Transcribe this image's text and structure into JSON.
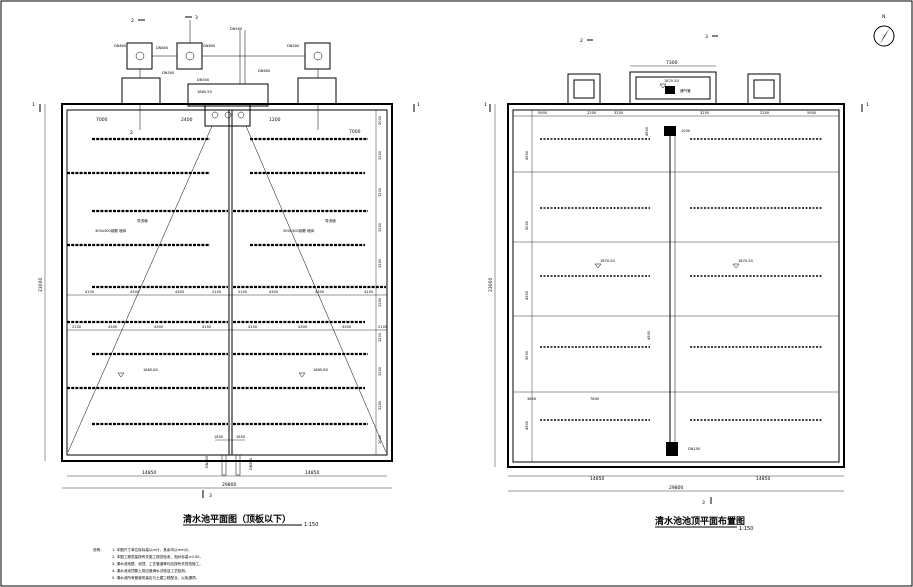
{
  "left_plan": {
    "title": "清水池平面图（顶板以下）",
    "scale": "1:150",
    "section_marks": [
      "1",
      "1",
      "2",
      "2",
      "3",
      "3"
    ],
    "top_dims": [
      "7000",
      "7000",
      "2400",
      "1200"
    ],
    "pipe_labels": [
      "DN800",
      "DN800",
      "DN800",
      "DN500",
      "DN500",
      "DN500",
      "DN600",
      "DN500"
    ],
    "level_label": "1865.50",
    "level_labels_bottom": [
      "1865.80",
      "1865.80"
    ],
    "side_dims_right": [
      "3000",
      "3200",
      "3200",
      "3200",
      "3250",
      "3250",
      "3200",
      "3200",
      "3250",
      "3000"
    ],
    "total_height_label": "23000",
    "row_dims_upper": [
      "4150",
      "4300",
      "4300",
      "2100",
      "2100",
      "4300",
      "4300",
      "4150"
    ],
    "row_dims_lower": [
      "2100",
      "4300",
      "4300",
      "4150",
      "4150",
      "4300",
      "4300",
      "2100"
    ],
    "wall_note": "300x300钢筋 墙体",
    "beam_label": "导流墙",
    "bottom_small_dims": [
      "1650",
      "1650"
    ],
    "bottom_dims": [
      "14850",
      "14850"
    ],
    "total_width_label": "29800",
    "dn_labels_bottom": [
      "DN500",
      "DN500"
    ]
  },
  "right_plan": {
    "title": "清水池池顶平面布置图",
    "scale": "1:150",
    "section_marks": [
      "1",
      "1",
      "2",
      "3",
      "3"
    ],
    "top_dim": "7300",
    "top_dims_row": [
      "5900",
      "2200",
      "3250",
      "3250",
      "2200",
      "5900"
    ],
    "side_dims_left": [
      "4900",
      "5000",
      "4900",
      "5000",
      "4900",
      "4900"
    ],
    "small_dims": [
      "4500",
      "1000",
      "3600",
      "7600"
    ],
    "level_labels": [
      "1870.50",
      "1870.50",
      "1870.50"
    ],
    "vent_label": "通气管",
    "vent_spec": "DN150",
    "total_height_label": "23000",
    "bottom_dims": [
      "14850",
      "14850"
    ],
    "total_width_label": "29800",
    "north": "N"
  },
  "notes": {
    "heading": "说明：",
    "items": [
      "1. 本图尺寸单位除标高以m计，其余均以mm计。",
      "2. 本图工程质量按有关施工规范验收，相对标高±0.00。",
      "3. 清水池池壁、池顶、工艺管道等均应按有关规范施工。",
      "4. 清水池池顶覆土前应做满水试验及工艺检测。",
      "5. 清水池所有管道安装应与土建工程配合，以免漏项。"
    ]
  }
}
